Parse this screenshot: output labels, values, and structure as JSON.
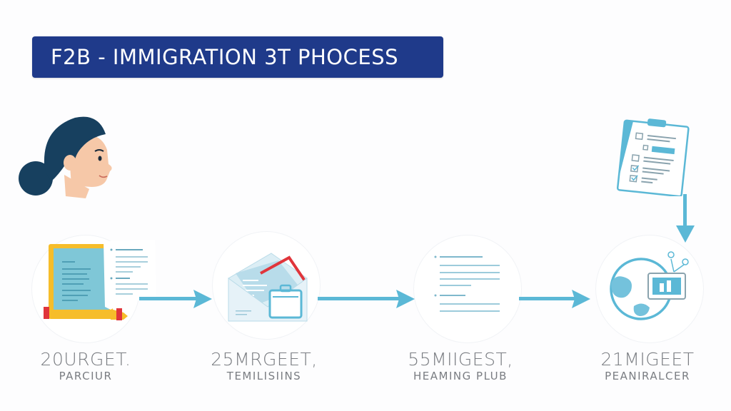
{
  "title": "F2B - IMMIGRATION 3T PHOCESS",
  "colors": {
    "banner": "#1f3a8a",
    "accent": "#5bb8d6",
    "hair": "#17405f",
    "skin": "#f6c8a8",
    "folder": "#f6bd2a",
    "red": "#e0353b",
    "label": "#7a7d82"
  },
  "steps": [
    {
      "big": "20URGET.",
      "small": "PARCIUR",
      "icon": "notebook-with-document-icon"
    },
    {
      "big": "25MRGEET,",
      "small": "TEMILISIINS",
      "icon": "envelope-with-briefcase-icon"
    },
    {
      "big": "55MIIGEST,",
      "small": "HEAMING PLUB",
      "icon": "document-lines-icon"
    },
    {
      "big": "21MIGEET",
      "small": "PEANIRALCER",
      "icon": "globe-with-chart-icon"
    }
  ],
  "decorations": {
    "avatar": "woman-profile-avatar",
    "clipboard": "clipboard-checklist-icon"
  }
}
